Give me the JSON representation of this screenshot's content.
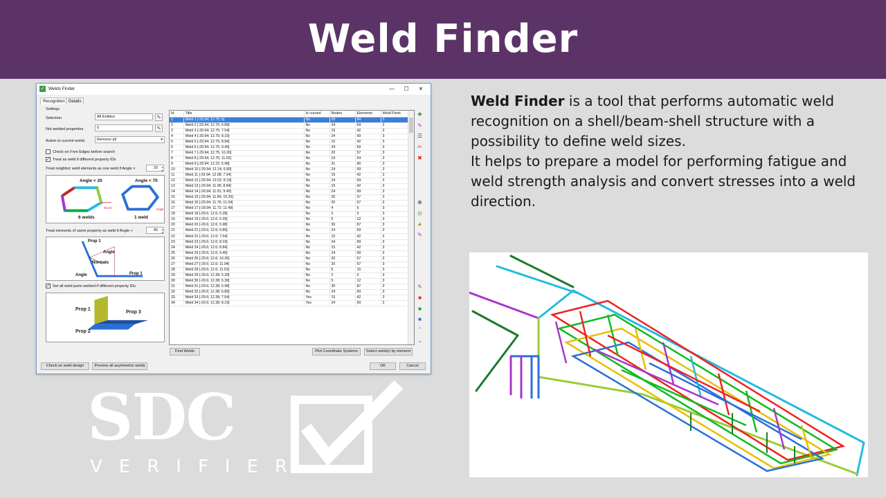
{
  "banner": {
    "title": "Weld Finder"
  },
  "dialog": {
    "title": "Welds Finder",
    "window_buttons": {
      "minimize": "—",
      "maximize": "☐",
      "close": "✕"
    },
    "tabs": [
      {
        "label": "Recognition"
      },
      {
        "label": "Details"
      }
    ],
    "settings_label": "Settings",
    "selection_label": "Selection",
    "selection_value": "All Entities",
    "not_welded_label": "Not welded properties",
    "not_welded_value": "0",
    "action_label": "Action to current welds",
    "action_value": "Remove all",
    "check_free_edges": "Check on Free Edges before search",
    "treat_as_weld": "Treat as weld if different property IDs",
    "treat_neighbor": "Treat neighbor weld elements as one weld if Angle <",
    "neighbor_angle": "20",
    "diagram1": {
      "angle_a": "Angle < 20",
      "angle_b": "Angle < 70",
      "value": "63.44",
      "angle": "Angle",
      "count_a": "6 welds",
      "count_b": "1 weld"
    },
    "treat_same_property": "Treat elements of same property as weld if Angle >",
    "same_property_angle": "45",
    "diagram2": {
      "prop1_top": "Prop 1",
      "angle_top": "Angle",
      "normals": "Normals",
      "angle_bottom": "Angle",
      "prop1_bottom": "Prop 1"
    },
    "set_all_parts": "Set all weld parts welded if different property IDs",
    "diagram3": {
      "prop1": "Prop 1",
      "prop2": "Prop 2",
      "prop3": "Prop 3"
    },
    "columns": [
      "Id",
      "Title",
      "Is curved",
      "Nodes",
      "Elements",
      "Weld Parts"
    ],
    "rows": [
      [
        "1",
        "Weld 1 [-29.94; 12.75; 6]",
        "No",
        "29",
        "84",
        "3"
      ],
      [
        "2",
        "Weld 2 [-29.94; 12.75; 6.89]",
        "No",
        "24",
        "69",
        "3"
      ],
      [
        "3",
        "Weld 3 [-29.94; 12.75; 7.54]",
        "No",
        "15",
        "42",
        "3"
      ],
      [
        "4",
        "Weld 4 [-29.94; 12.75; 8.19]",
        "No",
        "24",
        "69",
        "3"
      ],
      [
        "5",
        "Weld 5 [-29.94; 12.75; 8.84]",
        "No",
        "15",
        "42",
        "3"
      ],
      [
        "6",
        "Weld 6 [-29.94; 12.75; 9.49]",
        "No",
        "24",
        "69",
        "3"
      ],
      [
        "7",
        "Weld 7 [-29.94; 12.75; 10.26]",
        "No",
        "20",
        "57",
        "3"
      ],
      [
        "8",
        "Weld 8 [-29.94; 12.75; 11.02]",
        "No",
        "19",
        "54",
        "3"
      ],
      [
        "9",
        "Weld 9 [-29.94; 12.22; 5.98]",
        "No",
        "31",
        "90",
        "3"
      ],
      [
        "10",
        "Weld 10 [-29.94; 12.14; 6.89]",
        "No",
        "24",
        "69",
        "3"
      ],
      [
        "11",
        "Weld 11 [-29.94; 12.08; 7.54]",
        "No",
        "15",
        "42",
        "3"
      ],
      [
        "12",
        "Weld 12 [-29.94; 12.02; 8.19]",
        "No",
        "24",
        "69",
        "3"
      ],
      [
        "13",
        "Weld 13 [-29.94; 11.96; 8.84]",
        "No",
        "15",
        "42",
        "3"
      ],
      [
        "14",
        "Weld 14 [-29.94; 11.91; 9.49]",
        "No",
        "24",
        "69",
        "3"
      ],
      [
        "15",
        "Weld 15 [-29.94; 11.84; 10.26]",
        "No",
        "20",
        "57",
        "3"
      ],
      [
        "16",
        "Weld 16 [-29.94; 11.76; 11.04]",
        "No",
        "20",
        "57",
        "3"
      ],
      [
        "17",
        "Weld 17 [-29.94; 11.72; 11.49]",
        "No",
        "4",
        "9",
        "3"
      ],
      [
        "18",
        "Weld 18 [-29.6; 12.6; 5.28]",
        "No",
        "2",
        "3",
        "3"
      ],
      [
        "19",
        "Weld 19 [-29.6; 12.6; 5.39]",
        "No",
        "5",
        "12",
        "3"
      ],
      [
        "20",
        "Weld 20 [-29.6; 12.6; 5.98]",
        "No",
        "30",
        "87",
        "3"
      ],
      [
        "21",
        "Weld 21 [-29.6; 12.6; 6.89]",
        "No",
        "24",
        "69",
        "3"
      ],
      [
        "22",
        "Weld 22 [-29.6; 12.6; 7.54]",
        "No",
        "15",
        "42",
        "3"
      ],
      [
        "23",
        "Weld 23 [-29.6; 12.6; 8.19]",
        "No",
        "24",
        "69",
        "3"
      ],
      [
        "24",
        "Weld 24 [-29.6; 12.6; 8.84]",
        "No",
        "15",
        "42",
        "3"
      ],
      [
        "25",
        "Weld 25 [-29.6; 12.6; 9.49]",
        "No",
        "24",
        "69",
        "3"
      ],
      [
        "26",
        "Weld 26 [-29.6; 12.6; 10.26]",
        "No",
        "20",
        "57",
        "3"
      ],
      [
        "27",
        "Weld 27 [-29.6; 12.6; 11.04]",
        "No",
        "20",
        "57",
        "3"
      ],
      [
        "28",
        "Weld 28 [-29.6; 12.6; 11.53]",
        "No",
        "6",
        "15",
        "3"
      ],
      [
        "29",
        "Weld 29 [-29.6; 12.38; 5.28]",
        "No",
        "2",
        "3",
        "3"
      ],
      [
        "30",
        "Weld 30 [-29.6; 12.38; 5.39]",
        "No",
        "5",
        "12",
        "3"
      ],
      [
        "31",
        "Weld 31 [-29.6; 12.38; 5.98]",
        "No",
        "30",
        "87",
        "3"
      ],
      [
        "32",
        "Weld 32 [-29.6; 12.38; 6.89]",
        "No",
        "24",
        "69",
        "3"
      ],
      [
        "33",
        "Weld 33 [-29.6; 12.38; 7.54]",
        "Yes",
        "15",
        "42",
        "3"
      ],
      [
        "34",
        "Weld 34 [-29.6; 12.38; 8.19]",
        "Yes",
        "24",
        "69",
        "3"
      ]
    ],
    "selected_row": 0,
    "find_welds": "Find Welds",
    "plot_coordinate": "Plot Coordinate Systems",
    "select_welds": "Select weld(s) by element",
    "check_weld_design": "Check on weld design",
    "preview_asymmetric": "Preview all asymmetric welds",
    "ok": "OK",
    "cancel": "Cancel"
  },
  "description": {
    "bold": "Weld Finder",
    "text1": " is a tool that performs automatic weld recognition on a shell/beam-shell structure with a possibility to define weld sizes.",
    "text2": "It helps to prepare a model for performing fatigue and weld strength analysis and convert stresses into a weld direction."
  },
  "logo": {
    "letters": "SDC",
    "sub": "VERIFIER"
  },
  "colors": {
    "banner": "#5c3367",
    "selection": "#3a7fd9",
    "background": "#dcdcdc"
  }
}
